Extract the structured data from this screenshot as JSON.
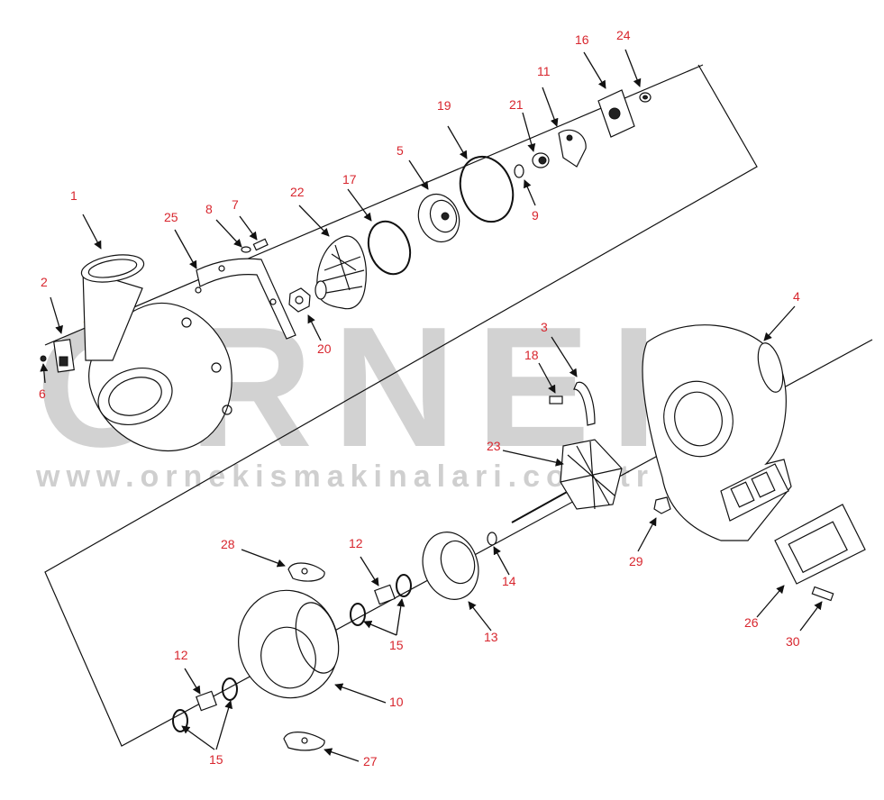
{
  "watermark": {
    "brand": "ORNEK",
    "url": "www.ornekismakinalari.com.tr"
  },
  "callouts": {
    "c1": "1",
    "c2": "2",
    "c3": "3",
    "c4": "4",
    "c5": "5",
    "c6": "6",
    "c7": "7",
    "c8": "8",
    "c9": "9",
    "c10": "10",
    "c11": "11",
    "c12a": "12",
    "c12b": "12",
    "c13": "13",
    "c14": "14",
    "c15a": "15",
    "c15b": "15",
    "c16": "16",
    "c17": "17",
    "c18": "18",
    "c19": "19",
    "c20": "20",
    "c21": "21",
    "c22": "22",
    "c23": "23",
    "c24": "24",
    "c25": "25",
    "c26": "26",
    "c27": "27",
    "c28": "28",
    "c29": "29",
    "c30": "30"
  },
  "colors": {
    "callout": "#d8262e",
    "watermark": "#d2d2d2",
    "accent_flame": "#f2c94c"
  }
}
